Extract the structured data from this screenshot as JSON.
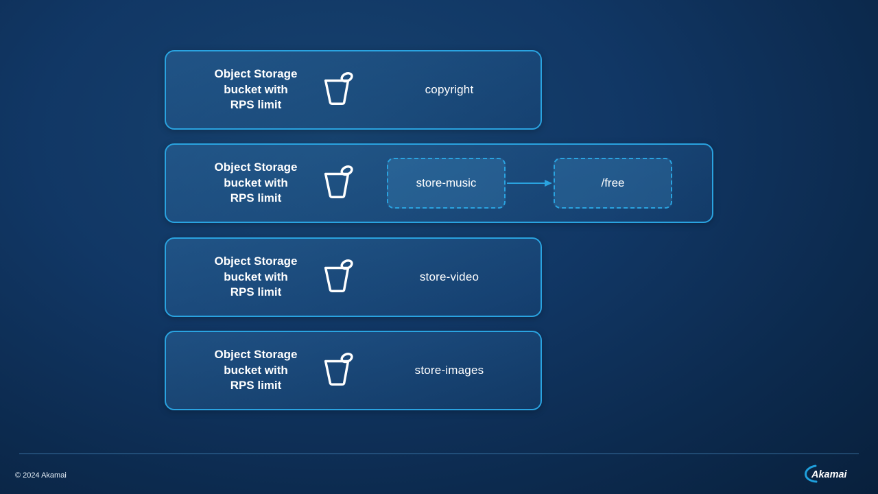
{
  "cards": [
    {
      "label": "Object Storage\nbucket with\nRPS limit",
      "bucket": "copyright"
    },
    {
      "label": "Object Storage\nbucket with\nRPS limit",
      "nodes": [
        {
          "label": "store-music"
        },
        {
          "label": "/free"
        }
      ]
    },
    {
      "label": "Object Storage\nbucket with\nRPS limit",
      "bucket": "store-video"
    },
    {
      "label": "Object Storage\nbucket with\nRPS limit",
      "bucket": "store-images"
    }
  ],
  "footer": {
    "copyright": "© 2024 Akamai",
    "logo_text": "Akamai"
  },
  "colors": {
    "accent": "#2aa3e0",
    "text": "#ffffff",
    "background": "#0c2a4e"
  }
}
